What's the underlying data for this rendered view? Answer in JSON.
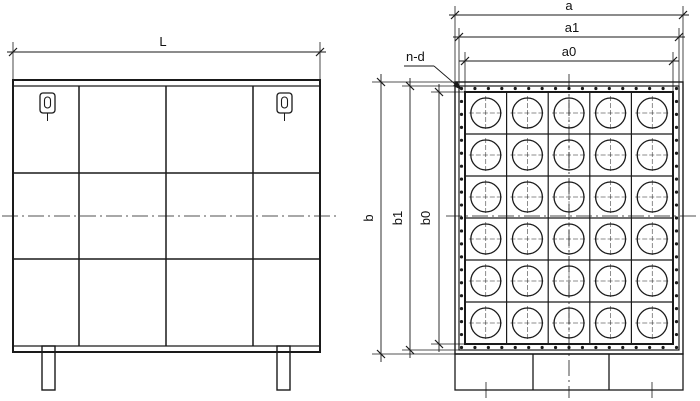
{
  "labels": {
    "L": "L",
    "a": "a",
    "a1": "a1",
    "a0": "a0",
    "nd": "n-d",
    "b": "b",
    "b1": "b1",
    "b0": "b0"
  },
  "holes": {
    "rows": 6,
    "cols": 5
  },
  "colors": {
    "line": "#1a1a1a",
    "background": "#ffffff"
  }
}
